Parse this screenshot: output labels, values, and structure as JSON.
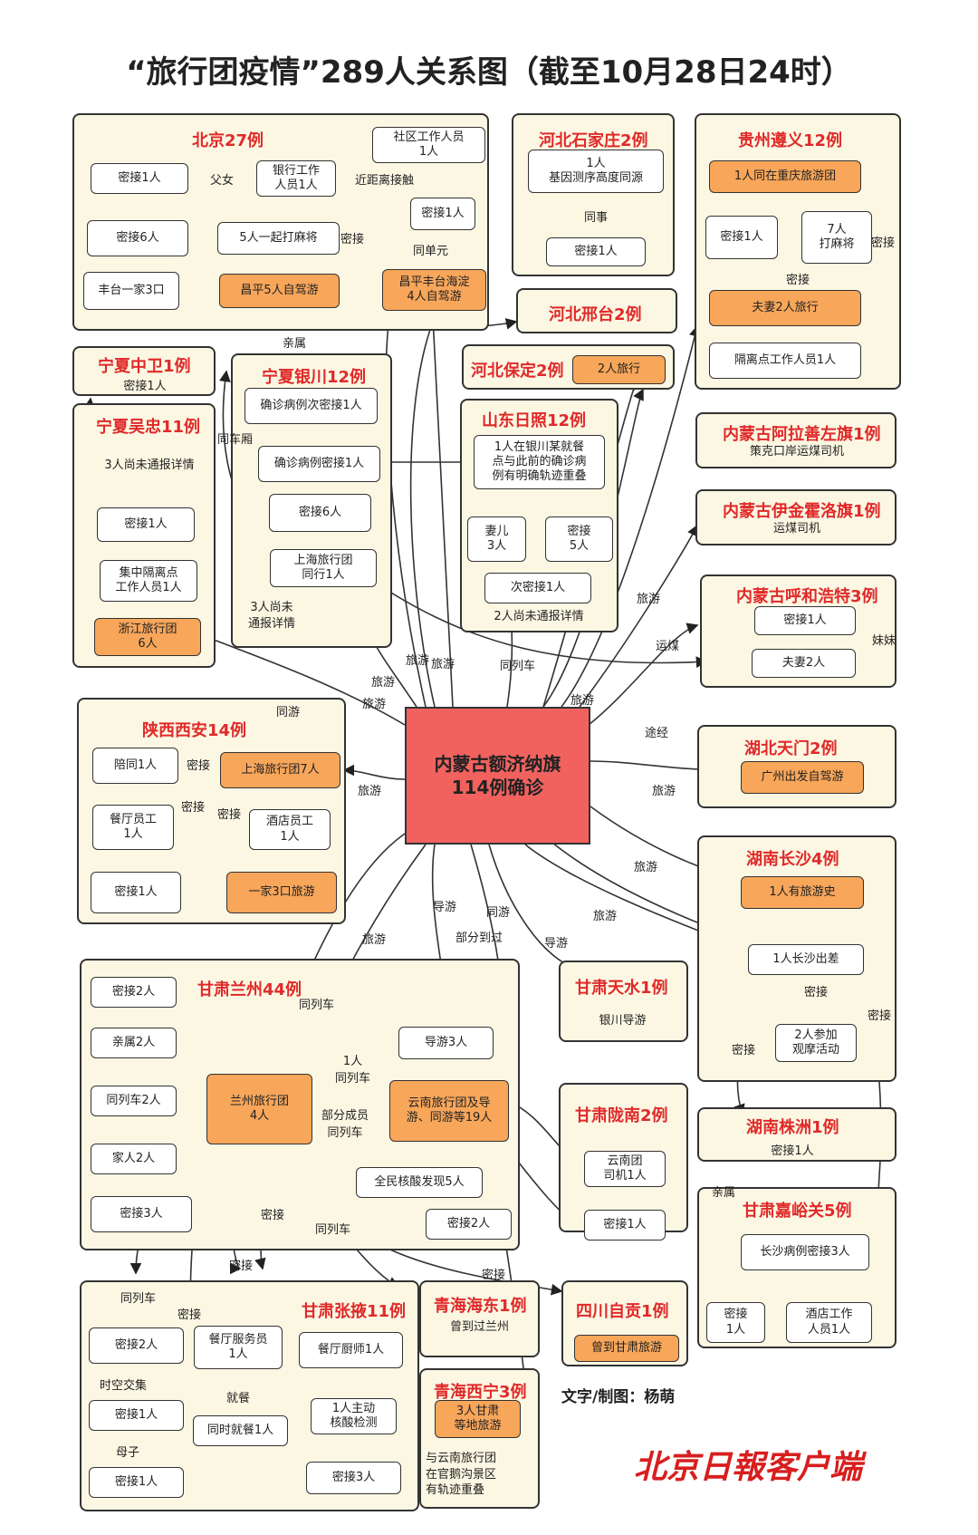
{
  "title": "“旅行团疫情”289人关系图（截至10月28日24时）",
  "center": {
    "label": "内蒙古额济纳旗\n114例确诊"
  },
  "regions": {
    "beijing": {
      "title": "北京27例"
    },
    "shijiazhuang": {
      "title": "河北石家庄2例"
    },
    "zunyi": {
      "title": "贵州遵义12例"
    },
    "xingtai": {
      "title": "河北邢台2例"
    },
    "zhongwei": {
      "title": "宁夏中卫1例"
    },
    "yinchuan": {
      "title": "宁夏银川12例"
    },
    "baoding": {
      "title": "河北保定2例"
    },
    "rizhao": {
      "title": "山东日照12例"
    },
    "wuzhong": {
      "title": "宁夏吴忠11例"
    },
    "alashan": {
      "title": "内蒙古阿拉善左旗1例"
    },
    "ejinhoro": {
      "title": "内蒙古伊金霍洛旗1例"
    },
    "hohhot": {
      "title": "内蒙古呼和浩特3例"
    },
    "xian": {
      "title": "陕西西安14例"
    },
    "tianmen": {
      "title": "湖北天门2例"
    },
    "changsha": {
      "title": "湖南长沙4例"
    },
    "tianshui": {
      "title": "甘肃天水1例"
    },
    "lanzhou": {
      "title": "甘肃兰州44例"
    },
    "longnan": {
      "title": "甘肃陇南2例"
    },
    "zhuzhou": {
      "title": "湖南株洲1例"
    },
    "jiayuguan": {
      "title": "甘肃嘉峪关5例"
    },
    "zhangye": {
      "title": "甘肃张掖11例"
    },
    "haidong": {
      "title": "青海海东1例"
    },
    "zigong": {
      "title": "四川自贡1例"
    },
    "xining": {
      "title": "青海西宁3例"
    }
  },
  "nodes": {
    "bj_community": "社区工作人员\n1人",
    "bj_close1": "密接1人",
    "bj_bank": "银行工作\n人员1人",
    "bj_close_unit": "密接1人",
    "bj_close6": "密接6人",
    "bj_mahjong": "5人一起打麻将",
    "bj_fengtai": "丰台一家3口",
    "bj_changping": "昌平5人自驾游",
    "bj_cphd": "昌平丰台海淀\n4人自驾游",
    "sjz_1": "1人\n基因测序高度同源",
    "sjz_close": "密接1人",
    "zy_group": "1人同在重庆旅游团",
    "zy_close": "密接1人",
    "zy_mahjong": "7人\n打麻将",
    "zy_couple": "夫妻2人旅行",
    "zy_iso": "隔离点工作人员1人",
    "bd_2": "2人旅行",
    "zw_close": "密接1人",
    "yc_case2": "确诊病例次密接1人",
    "yc_case1": "确诊病例密接1人",
    "yc_close6": "密接6人",
    "yc_shanghai": "上海旅行团\n同行1人",
    "yc_unreported": "3人尚未\n通报详情",
    "rz_meal": "1人在银川某就餐\n点与此前的确诊病\n例有明确轨迹重叠",
    "rz_wife": "妻儿\n3人",
    "rz_close5": "密接\n5人",
    "rz_sub": "次密接1人",
    "rz_unreported": "2人尚未通报详情",
    "wz_unreported": "3人尚未通报详情",
    "wz_close": "密接1人",
    "wz_iso": "集中隔离点\n工作人员1人",
    "wz_zhejiang": "浙江旅行团\n6人",
    "als_driver": "策克口岸运煤司机",
    "ej_driver": "运煤司机",
    "hh_close": "密接1人",
    "hh_couple": "夫妻2人",
    "xa_companion": "陪同1人",
    "xa_shanghai7": "上海旅行团7人",
    "xa_restaurant": "餐厅员工\n1人",
    "xa_hotel": "酒店员工\n1人",
    "xa_close": "密接1人",
    "xa_family": "一家3口旅游",
    "tm_gz": "广州出发自驾游",
    "cs_travel": "1人有旅游史",
    "cs_trip": "1人长沙出差",
    "cs_event": "2人参加\n观摩活动",
    "ts_guide": "银川导游",
    "lz_close2": "密接2人",
    "lz_relatives": "亲属2人",
    "lz_guides": "导游3人",
    "lz_train2": "同列车2人",
    "lz_group": "兰州旅行团\n4人",
    "lz_yunnan": "云南旅行团及导\n游、同游等19人",
    "lz_family2": "家人2人",
    "lz_pcr5": "全民核酸发现5人",
    "lz_close3": "密接3人",
    "lz_close2b": "密接2人",
    "ln_driver": "云南团\n司机1人",
    "ln_close": "密接1人",
    "zz_close": "密接1人",
    "jyg_cs": "长沙病例密接3人",
    "jyg_close": "密接\n1人",
    "jyg_hotel": "酒店工作\n人员1人",
    "zye_close2": "密接2人",
    "zye_waiter": "餐厅服务员\n1人",
    "zye_chef": "餐厅厨师1人",
    "zye_close1a": "密接1人",
    "zye_diner": "同时就餐1人",
    "zye_self": "1人主动\n核酸检测",
    "zye_close1b": "密接1人",
    "zye_close3": "密接3人",
    "hd_lz": "曾到过兰州",
    "zg_gs": "曾到甘肃旅游",
    "xn_gs": "3人甘肃\n等地旅游",
    "xn_yunnan": "与云南旅行团\n在官鹅沟景区\n有轨迹重叠"
  },
  "edge_labels": {
    "fumu": "父女",
    "near": "近距离接触",
    "close_a": "密接",
    "same_unit": "同单元",
    "relatives": "亲属",
    "same_work": "同事",
    "close_zy1": "密接",
    "close_zy2": "密接",
    "same_car": "同车厢",
    "travel1": "旅游",
    "travel2": "旅游",
    "travel3": "旅游",
    "travel4": "旅游",
    "travel5": "旅游",
    "travel6": "旅游",
    "coal": "运煤",
    "train_hh": "同列车",
    "sister": "妹妹",
    "travel_mid": "旅游",
    "pass": "途经",
    "travel_tm": "旅游",
    "travel_cs": "旅游",
    "same_trip": "同游",
    "close_xa1": "密接",
    "close_xa2": "密接",
    "close_xa3": "密接",
    "travel_xa": "旅游",
    "guide1": "导游",
    "same_trip2": "同游",
    "travel_cs2": "旅游",
    "partial": "部分到过",
    "guide2": "导游",
    "travel_lz": "旅游",
    "train_lz": "同列车",
    "one_train": "1人\n同列车",
    "partial_member": "部分成员\n同列车",
    "close_cs1": "密接",
    "close_cs2": "密接",
    "close_cs3": "密接",
    "close_lz1": "密接",
    "train_lz2": "同列车",
    "close_lz2": "密接",
    "close_lz3": "密接",
    "close_lz4": "密接",
    "train_zy": "同列车",
    "space_time": "时空交集",
    "mother": "母子",
    "dine": "就餐",
    "relative_jy": "亲属"
  },
  "credit": "文字/制图：杨萌",
  "logo": "北京日報客户端"
}
